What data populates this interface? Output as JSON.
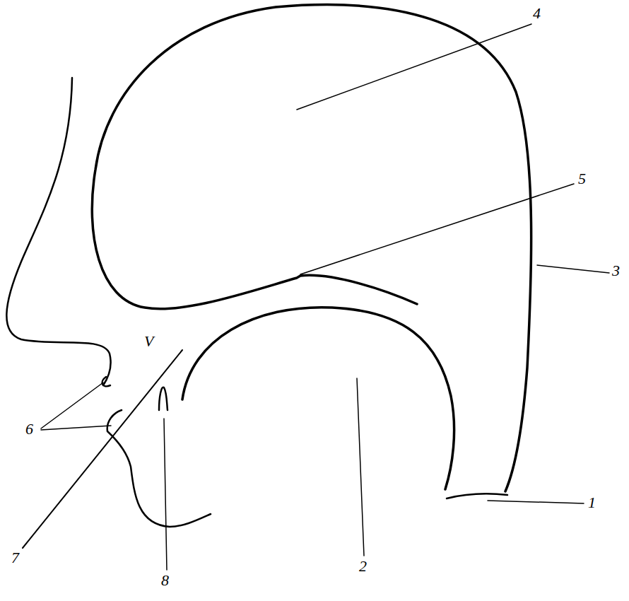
{
  "diagram": {
    "labels": [
      "4",
      "5",
      "3",
      "V",
      "6",
      "1",
      "7",
      "8",
      "2"
    ]
  }
}
